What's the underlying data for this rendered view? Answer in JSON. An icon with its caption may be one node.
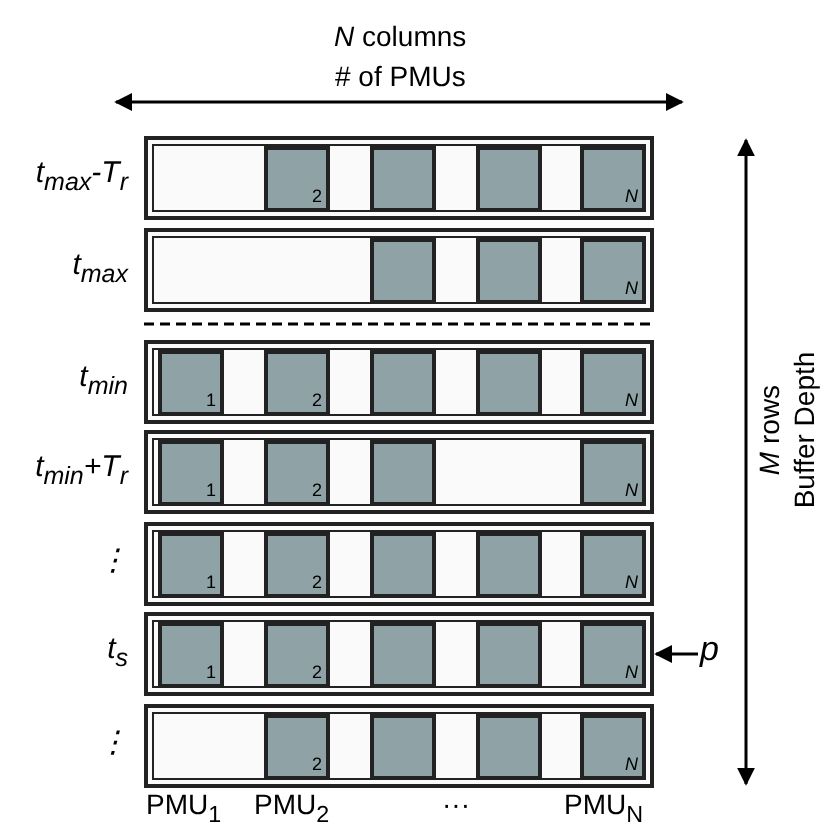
{
  "diagram": {
    "nodes": [
      {
        "text": [],
        "shape": "box",
        "beside": [
          "t$_{max}$-T$_{r}$"
        ]
      },
      {
        "text": [
          "2"
        ],
        "in": 0
      },
      {
        "text": [],
        "shape": "box",
        "in": 0
      },
      {
        "text": [],
        "shape": "box",
        "in": 0
      },
      {
        "text": [
          "N"
        ],
        "in": 0
      },
      {
        "text": [],
        "shape": "box",
        "beside": [
          "t$_{max}$"
        ]
      },
      {
        "text": [],
        "shape": "box",
        "in": 5
      },
      {
        "text": [],
        "shape": "box",
        "in": 5
      },
      {
        "text": [
          "N"
        ],
        "in": 5
      },
      {
        "text": [],
        "shape": "box",
        "beside": [
          "t$_{min}$"
        ]
      },
      {
        "text": [
          "1"
        ],
        "in": 9
      },
      {
        "text": [
          "2"
        ],
        "in": 9
      },
      {
        "text": [],
        "shape": "box",
        "in": 9
      },
      {
        "text": [],
        "shape": "box",
        "in": 9
      },
      {
        "text": [
          "N"
        ],
        "in": 9
      },
      {
        "text": [],
        "shape": "box",
        "beside": [
          "t$_{min}$+T$_{r}$"
        ]
      },
      {
        "text": [
          "1"
        ],
        "in": 15
      },
      {
        "text": [
          "2"
        ],
        "in": 15
      },
      {
        "text": [],
        "shape": "box",
        "in": 15
      },
      {
        "text": [
          "N"
        ],
        "in": 15
      },
      {
        "text": [],
        "shape": "box",
        "beside": [
          "⋮"
        ]
      },
      {
        "text": [
          "1"
        ],
        "in": 20
      },
      {
        "text": [
          "2"
        ],
        "in": 20
      },
      {
        "text": [],
        "shape": "box",
        "in": 20
      },
      {
        "text": [],
        "shape": "box",
        "in": 20
      },
      {
        "text": [
          "N"
        ],
        "in": 20
      },
      {
        "text": [],
        "shape": "box",
        "beside": [
          "t$_{s}$"
        ]
      },
      {
        "text": [
          "1"
        ],
        "in": 26
      },
      {
        "text": [
          "2"
        ],
        "in": 26
      },
      {
        "text": [],
        "shape": "box",
        "in": 26
      },
      {
        "text": [],
        "shape": "box",
        "in": 26
      },
      {
        "text": [
          "N"
        ],
        "in": 26
      },
      {
        "text": [],
        "shape": "box",
        "beside": [
          "⋮"
        ]
      },
      {
        "text": [
          "2"
        ],
        "in": 32
      },
      {
        "text": [],
        "shape": "box",
        "in": 32
      },
      {
        "text": [],
        "shape": "box",
        "in": 32
      },
      {
        "text": [
          "N"
        ],
        "in": 32
      },
      {
        "text": [
          "p"
        ]
      }
    ],
    "edges": [
      {
        "from": 37,
        "to": 26,
        "arrow": "to"
      }
    ],
    "labels": [
      "*N* columns",
      "# of PMUs",
      "*M* rows",
      "Buffer Depth",
      "PMU$_{1}$",
      "PMU$_{2}$",
      "···",
      "PMU$_{N}$"
    ]
  }
}
